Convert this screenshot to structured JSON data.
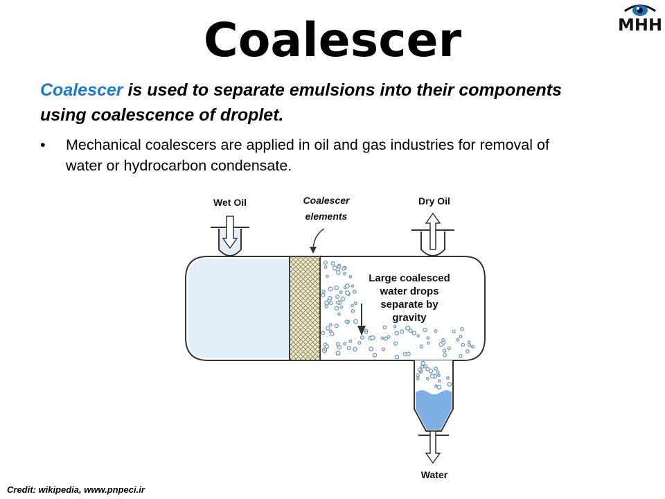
{
  "title": "Coalescer",
  "logo": {
    "text": "MHH",
    "icon": "eye-icon"
  },
  "intro": {
    "term": "Coalescer",
    "rest_line1": " is used to separate emulsions into their components",
    "line2": "using coalescence of droplet."
  },
  "bullets": [
    {
      "dot": "•",
      "line1": "Mechanical coalescers are applied in oil and gas industries for removal of",
      "line2": "water or hydrocarbon condensate."
    }
  ],
  "diagram": {
    "labels": {
      "wet_oil": "Wet Oil",
      "coalescer_line1": "Coalescer",
      "coalescer_line2": "elements",
      "dry_oil": "Dry Oil",
      "water": "Water"
    },
    "annotation": [
      "Large coalesced",
      "water drops",
      "separate by",
      "gravity"
    ],
    "colors": {
      "vessel_fill": "#e4eef7",
      "element_fill": "#f3ecc8",
      "droplet": "#7fa6c8",
      "water": "#7fb0e4",
      "outline": "#333333"
    }
  },
  "credit": "Credit: wikipedia, www.pnpeci.ir"
}
